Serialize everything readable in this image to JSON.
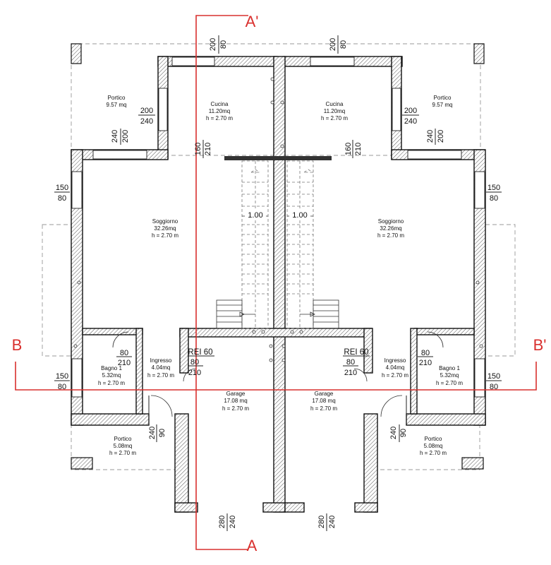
{
  "sections": {
    "a_top": "A'",
    "a_bottom": "A",
    "b_left": "B",
    "b_right": "B'"
  },
  "rooms": {
    "portico_tl": {
      "name": "Portico",
      "area": "9.57 mq"
    },
    "portico_tr": {
      "name": "Portico",
      "area": "9.57 mq"
    },
    "cucina_l": {
      "name": "Cucina",
      "area": "11.20mq",
      "height": "h = 2.70 m"
    },
    "cucina_r": {
      "name": "Cucina",
      "area": "11.20mq",
      "height": "h = 2.70 m"
    },
    "soggiorno_l": {
      "name": "Soggiorno",
      "area": "32.26mq",
      "height": "h = 2.70 m"
    },
    "soggiorno_r": {
      "name": "Soggiorno",
      "area": "32.26mq",
      "height": "h = 2.70 m"
    },
    "ingresso_l": {
      "name": "Ingresso",
      "area": "4.04mq",
      "height": "h = 2.70 m"
    },
    "ingresso_r": {
      "name": "Ingresso",
      "area": "4.04mq",
      "height": "h = 2.70 m"
    },
    "bagno_l": {
      "name": "Bagno 1",
      "area": "5.32mq",
      "height": "h = 2.70 m"
    },
    "bagno_r": {
      "name": "Bagno 1",
      "area": "5.32mq",
      "height": "h = 2.70 m"
    },
    "garage_l": {
      "name": "Garage",
      "area": "17.08 mq",
      "height": "h = 2.70 m"
    },
    "garage_r": {
      "name": "Garage",
      "area": "17.08 mq",
      "height": "h = 2.70 m"
    },
    "portico_bl": {
      "name": "Portico",
      "area": "5.08mq",
      "height": "h = 2.70 m"
    },
    "portico_br": {
      "name": "Portico",
      "area": "5.08mq",
      "height": "h = 2.70 m"
    }
  },
  "dims": {
    "top_win_l": {
      "a": "200",
      "b": "80"
    },
    "top_win_r": {
      "a": "200",
      "b": "80"
    },
    "side_win_l": {
      "a": "200",
      "b": "240"
    },
    "side_win_r": {
      "a": "200",
      "b": "240"
    },
    "portico_win_l": {
      "a": "240",
      "b": "200"
    },
    "portico_win_r": {
      "a": "240",
      "b": "200"
    },
    "kitchen_door_l": {
      "a": "160",
      "b": "210"
    },
    "kitchen_door_r": {
      "a": "160",
      "b": "210"
    },
    "liv_win_l": {
      "a": "150",
      "b": "80"
    },
    "liv_win_r": {
      "a": "150",
      "b": "80"
    },
    "stair_l": "1.00",
    "stair_r": "1.00",
    "bath_door_l": {
      "a": "80",
      "b": "210"
    },
    "bath_door_r": {
      "a": "80",
      "b": "210"
    },
    "rei_l": {
      "label": "REI 60",
      "a": "80",
      "b": "210"
    },
    "rei_r": {
      "label": "REI 60",
      "a": "80",
      "b": "210"
    },
    "bath_win_l": {
      "a": "150",
      "b": "80"
    },
    "bath_win_r": {
      "a": "150",
      "b": "80"
    },
    "entry_door_l": {
      "a": "90",
      "b": "240"
    },
    "entry_door_r": {
      "a": "90",
      "b": "240"
    },
    "garage_door_l": {
      "a": "280",
      "b": "240"
    },
    "garage_door_r": {
      "a": "280",
      "b": "240"
    }
  },
  "colors": {
    "section_line": "#d9302e",
    "wall_stroke": "#111111"
  }
}
